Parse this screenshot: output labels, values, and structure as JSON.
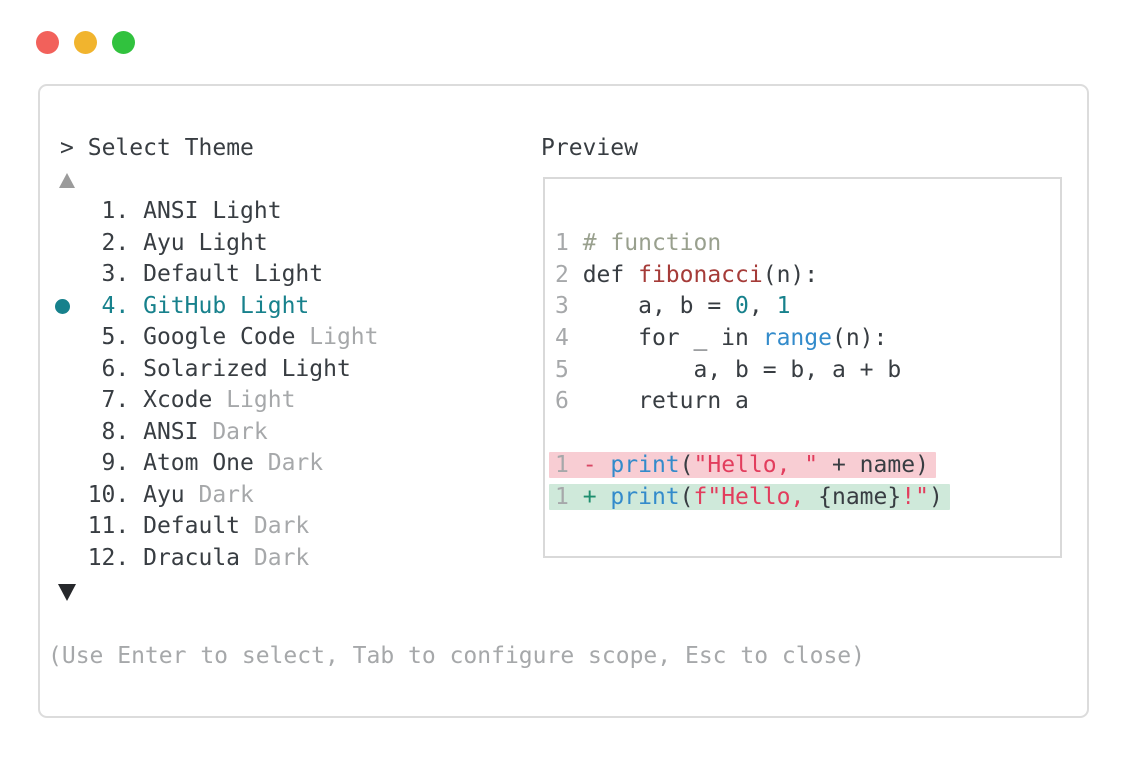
{
  "window_controls": {
    "close_color": "#f2615b",
    "minimize_color": "#f1b42e",
    "maximize_color": "#31c23e"
  },
  "picker": {
    "prompt": ">",
    "title": "Select Theme",
    "scroll_up_icon": "triangle-up",
    "scroll_down_icon": "triangle-down",
    "items": [
      {
        "number": " 1.",
        "name": "ANSI Light",
        "variant": "",
        "selected": false
      },
      {
        "number": " 2.",
        "name": "Ayu Light",
        "variant": "",
        "selected": false
      },
      {
        "number": " 3.",
        "name": "Default Light",
        "variant": "",
        "selected": false
      },
      {
        "number": " 4.",
        "name": "GitHub Light",
        "variant": "",
        "selected": true
      },
      {
        "number": " 5.",
        "name": "Google Code",
        "variant": "Light",
        "selected": false
      },
      {
        "number": " 6.",
        "name": "Solarized Light",
        "variant": "",
        "selected": false
      },
      {
        "number": " 7.",
        "name": "Xcode",
        "variant": "Light",
        "selected": false
      },
      {
        "number": " 8.",
        "name": "ANSI",
        "variant": "Dark",
        "selected": false
      },
      {
        "number": " 9.",
        "name": "Atom One",
        "variant": "Dark",
        "selected": false
      },
      {
        "number": "10.",
        "name": "Ayu",
        "variant": "Dark",
        "selected": false
      },
      {
        "number": "11.",
        "name": "Default",
        "variant": "Dark",
        "selected": false
      },
      {
        "number": "12.",
        "name": "Dracula",
        "variant": "Dark",
        "selected": false
      }
    ],
    "hint": "(Use Enter to select, Tab to configure scope, Esc to close)"
  },
  "preview": {
    "label": "Preview",
    "code_lines": [
      {
        "tokens": [
          [
            "1 ",
            "num"
          ],
          [
            "# function",
            "comment"
          ]
        ]
      },
      {
        "tokens": [
          [
            "2 ",
            "num"
          ],
          [
            "def ",
            "plain"
          ],
          [
            "fibonacci",
            "func"
          ],
          [
            "(n):",
            "plain"
          ]
        ]
      },
      {
        "tokens": [
          [
            "3 ",
            "num"
          ],
          [
            "    a, b = ",
            "plain"
          ],
          [
            "0",
            "number"
          ],
          [
            ", ",
            "plain"
          ],
          [
            "1",
            "number"
          ]
        ]
      },
      {
        "tokens": [
          [
            "4 ",
            "num"
          ],
          [
            "    for _ in ",
            "plain"
          ],
          [
            "range",
            "builtin"
          ],
          [
            "(n):",
            "plain"
          ]
        ]
      },
      {
        "tokens": [
          [
            "5 ",
            "num"
          ],
          [
            "        a, b = b, a + b",
            "plain"
          ]
        ]
      },
      {
        "tokens": [
          [
            "6 ",
            "num"
          ],
          [
            "    return a",
            "plain"
          ]
        ]
      },
      {
        "tokens": []
      },
      {
        "diff": "del",
        "tokens": [
          [
            "1 ",
            "num"
          ],
          [
            "- ",
            "diff-del-sign"
          ],
          [
            "print",
            "builtin"
          ],
          [
            "(",
            "plain"
          ],
          [
            "\"Hello, \"",
            "string"
          ],
          [
            " + name)",
            "plain"
          ]
        ]
      },
      {
        "diff": "add",
        "tokens": [
          [
            "1 ",
            "num"
          ],
          [
            "+ ",
            "diff-add-sign"
          ],
          [
            "print",
            "builtin"
          ],
          [
            "(",
            "plain"
          ],
          [
            "f\"Hello, ",
            "string"
          ],
          [
            "{name}",
            "plain"
          ],
          [
            "!\"",
            "string"
          ],
          [
            ")",
            "plain"
          ]
        ]
      }
    ]
  },
  "colors": {
    "text": "#383d42",
    "muted": "#a6a8aa",
    "accent_teal": "#17818c",
    "window_border": "#dcdcdc",
    "preview_border": "#d9d9d9",
    "diff_del_bg": "#f8cdd3",
    "diff_add_bg": "#cfe9da",
    "tokens": {
      "num": "#a6a8aa",
      "plain": "#383d42",
      "comment": "#99a08e",
      "func": "#a53b38",
      "number": "#17818c",
      "builtin": "#338bcb",
      "string": "#e23d5d",
      "diff-del-sign": "#d84764",
      "diff-add-sign": "#1e8e6e"
    }
  }
}
